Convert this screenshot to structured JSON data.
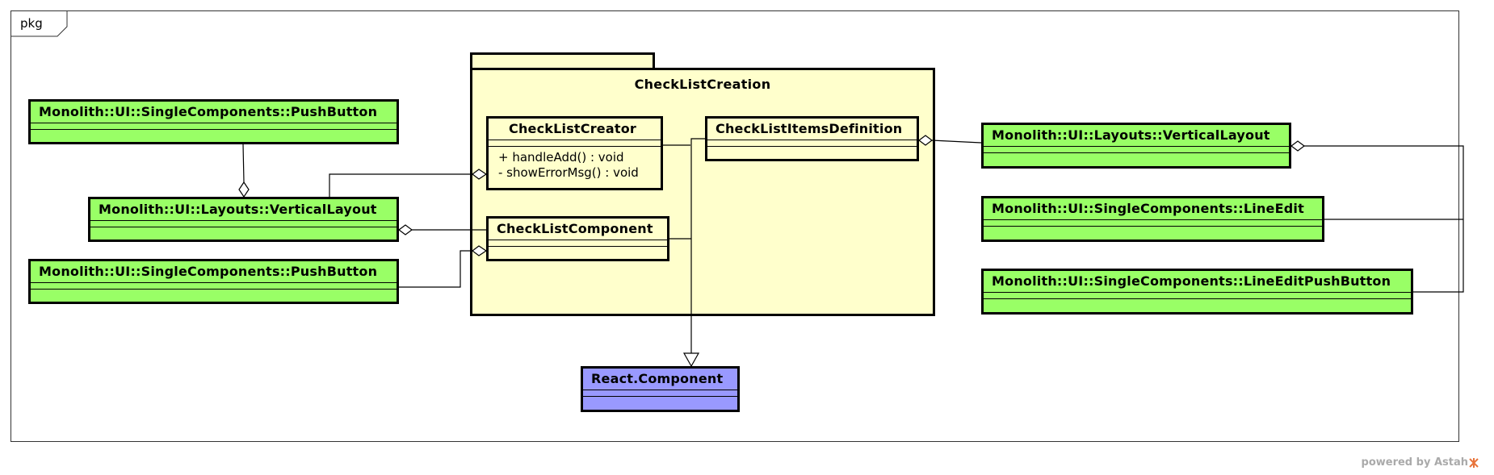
{
  "frame": {
    "label": "pkg"
  },
  "package": {
    "name": "CheckListCreation"
  },
  "classes": {
    "push_button_top": {
      "name": "Monolith::UI::SingleComponents::PushButton"
    },
    "vertical_layout_left": {
      "name": "Monolith::UI::Layouts::VerticalLayout"
    },
    "push_button_bottom": {
      "name": "Monolith::UI::SingleComponents::PushButton"
    },
    "checklist_creator": {
      "name": "CheckListCreator",
      "operations": [
        "+ handleAdd() : void",
        "- showErrorMsg() : void"
      ]
    },
    "checklist_items_definition": {
      "name": "CheckListItemsDefinition"
    },
    "checklist_component": {
      "name": "CheckListComponent"
    },
    "react_component": {
      "name": "React.Component"
    },
    "vertical_layout_right": {
      "name": "Monolith::UI::Layouts::VerticalLayout"
    },
    "line_edit": {
      "name": "Monolith::UI::SingleComponents::LineEdit"
    },
    "line_edit_push_button": {
      "name": "Monolith::UI::SingleComponents::LineEditPushButton"
    }
  },
  "colors": {
    "external_class": "#99ff66",
    "package_class": "#ffffcc",
    "base_class": "#9999ff"
  },
  "footer": {
    "text": "powered by Astah"
  }
}
